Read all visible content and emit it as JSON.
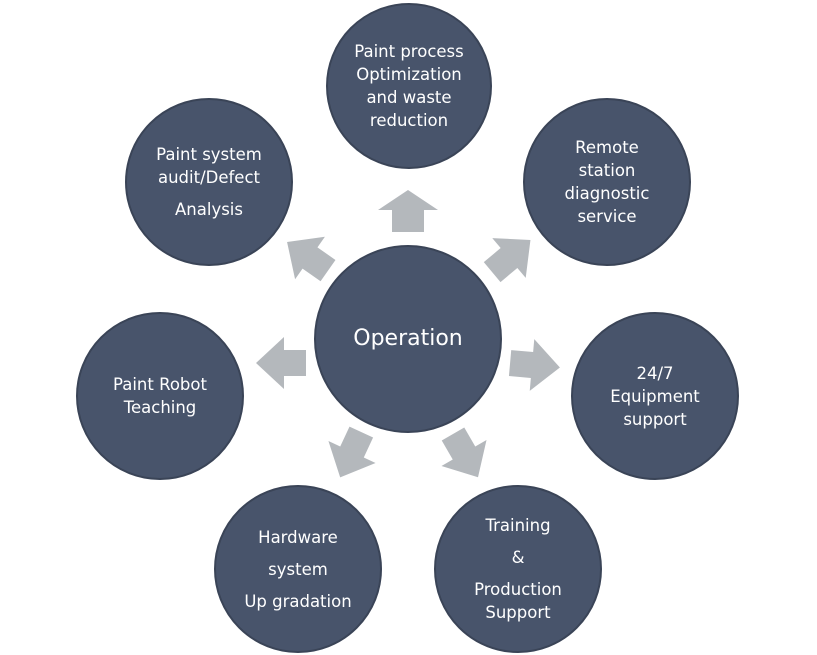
{
  "diagram": {
    "center": {
      "label": "Operation"
    },
    "nodes": [
      {
        "id": "paint-process",
        "lines": [
          "Paint process",
          "Optimization",
          "and waste",
          "reduction"
        ]
      },
      {
        "id": "remote-station",
        "lines": [
          "Remote",
          "station",
          "diagnostic",
          "service"
        ]
      },
      {
        "id": "equipment-support",
        "lines": [
          "24/7",
          "Equipment",
          "support"
        ]
      },
      {
        "id": "training",
        "lines": [
          "Training",
          "&",
          "Production",
          "Support"
        ]
      },
      {
        "id": "hardware-upgradation",
        "lines": [
          "Hardware",
          "system",
          "Up gradation"
        ]
      },
      {
        "id": "robot-teaching",
        "lines": [
          "Paint Robot",
          "Teaching"
        ]
      },
      {
        "id": "system-audit",
        "lines": [
          "Paint system",
          "audit/Defect",
          "Analysis"
        ]
      }
    ],
    "colors": {
      "node_fill": "#48546b",
      "node_text": "#ffffff",
      "arrow_fill": "#b4b8bc"
    },
    "icons": [
      "up-arrow-icon",
      "right-arrow-icon",
      "down-arrow-icon",
      "left-arrow-icon"
    ]
  }
}
